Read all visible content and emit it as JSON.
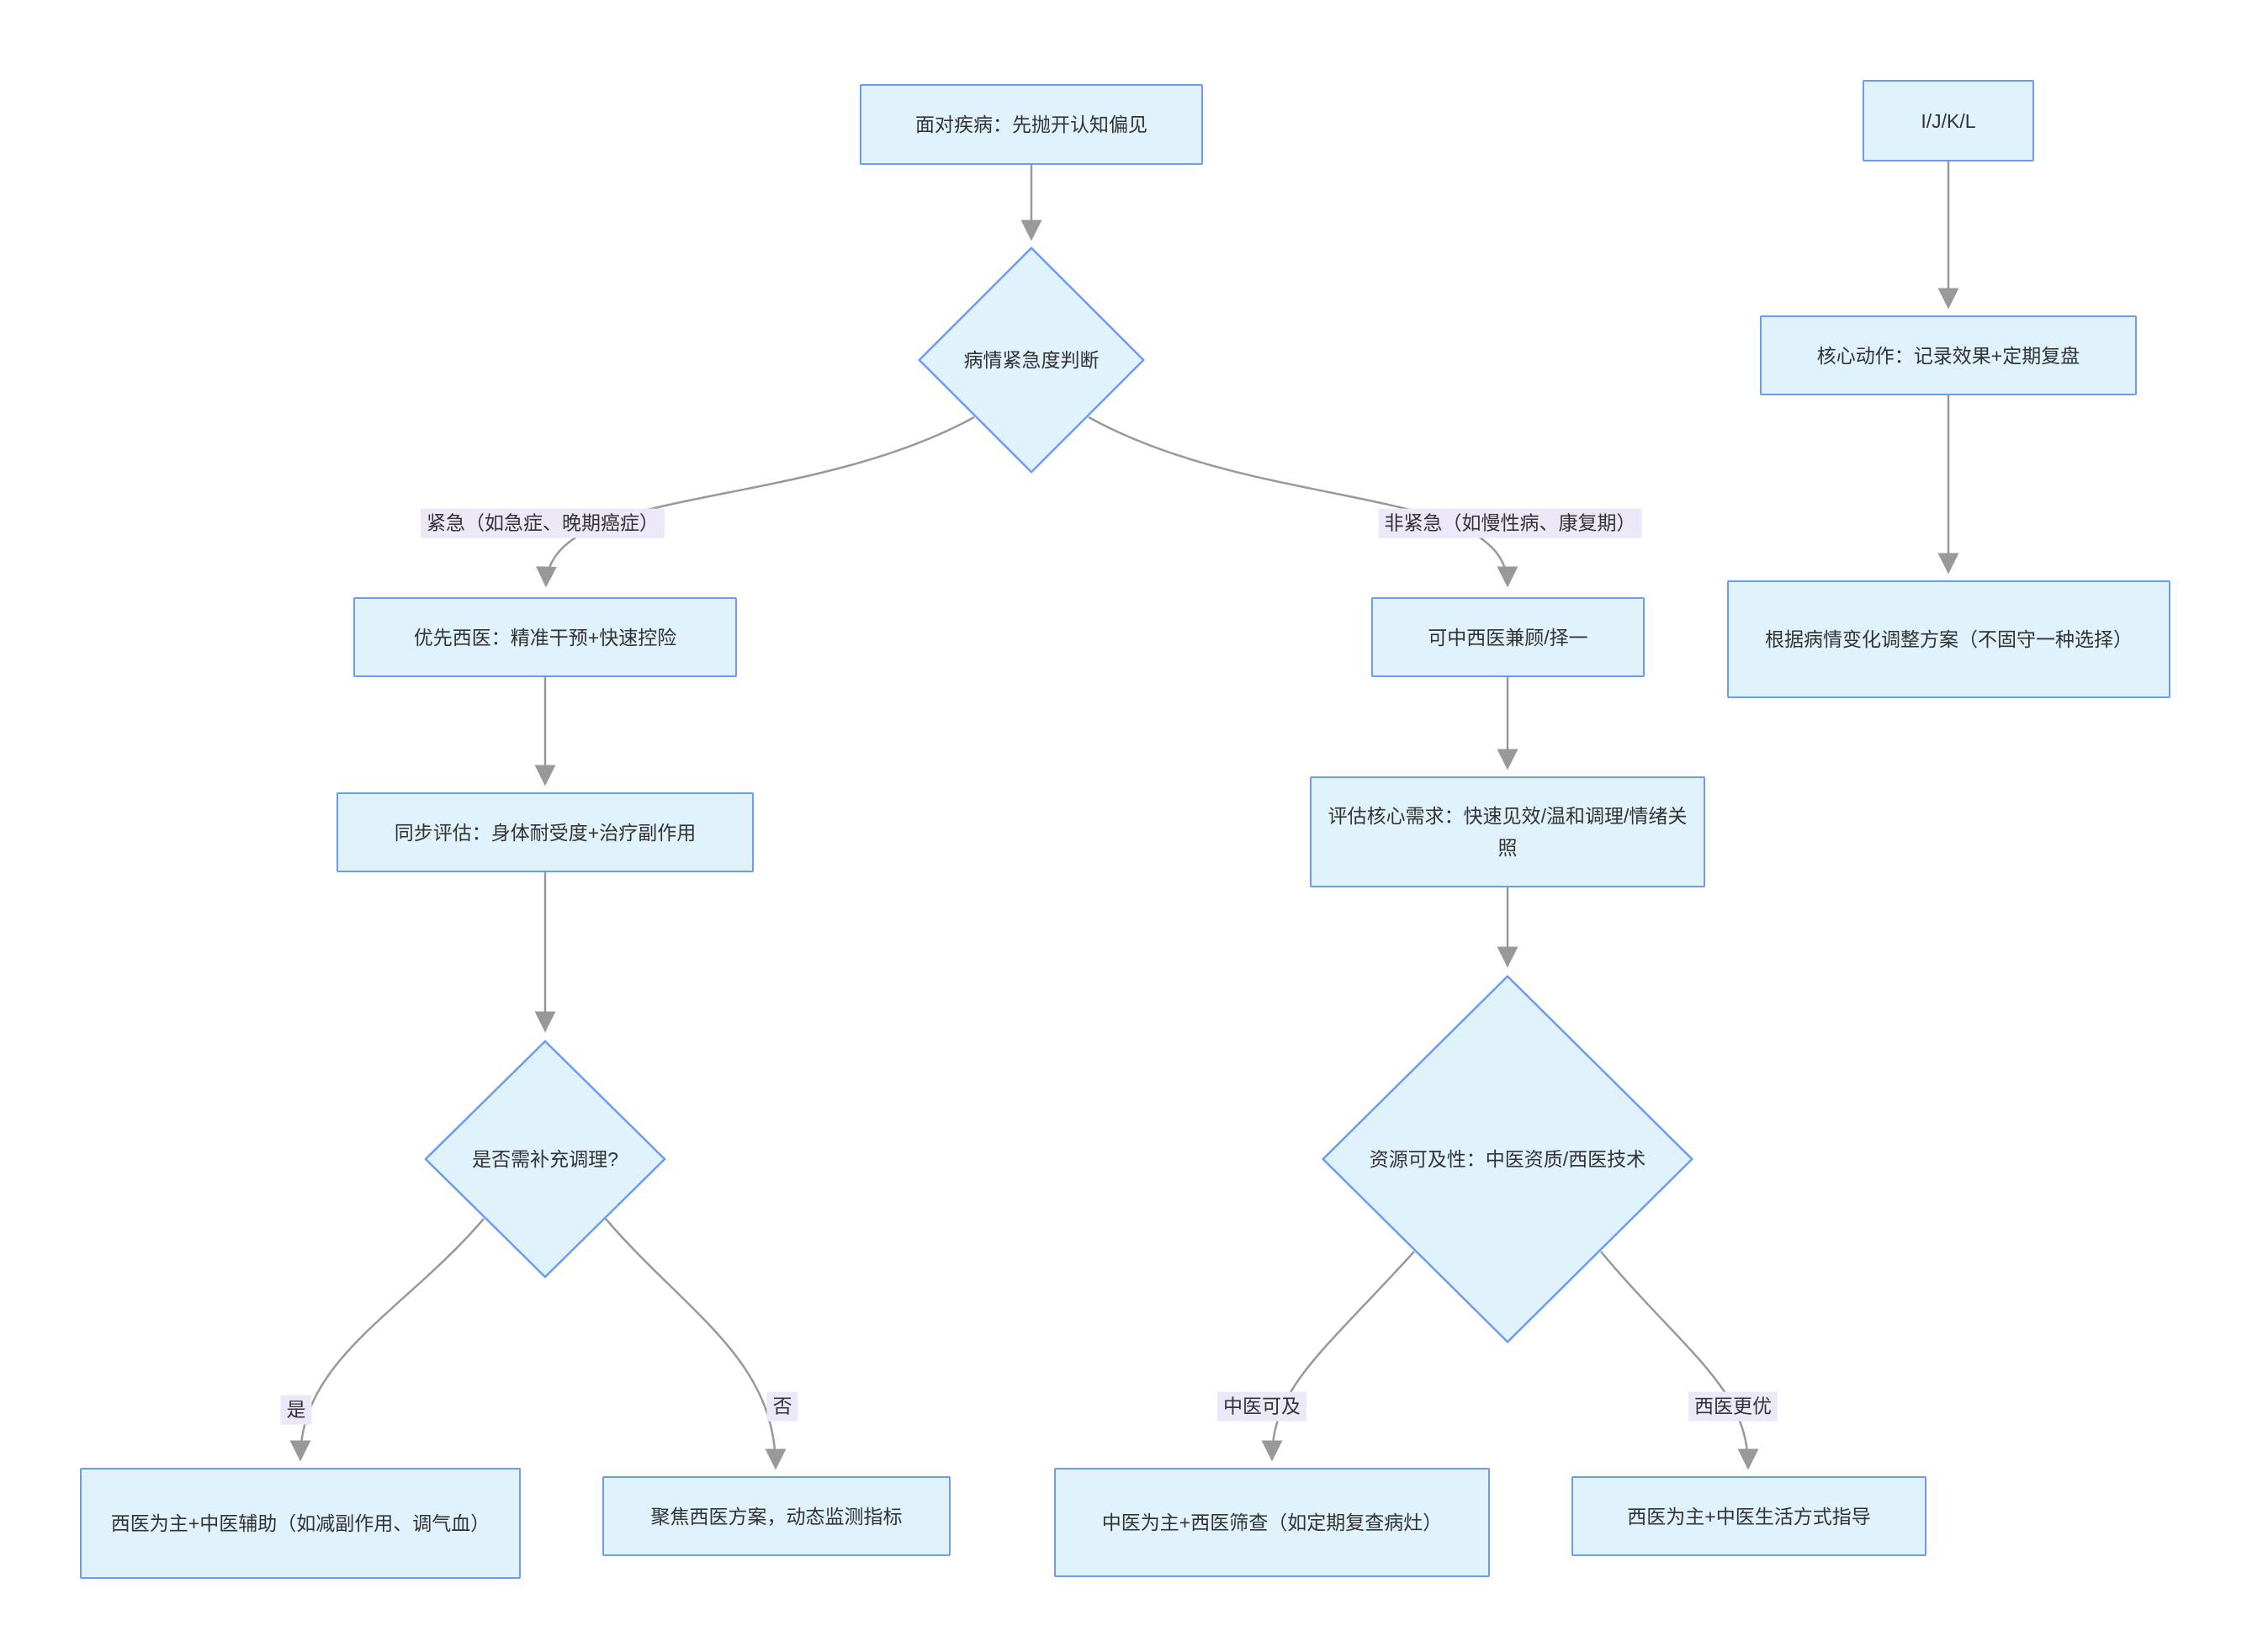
{
  "diagram": {
    "nodes": {
      "A": {
        "label": "面对疾病：先抛开认知偏见"
      },
      "B": {
        "label": "病情紧急度判断"
      },
      "C": {
        "label": "优先西医：精准干预+快速控险"
      },
      "D": {
        "label": "同步评估：身体耐受度+治疗副作用"
      },
      "E": {
        "label": "是否需补充调理?"
      },
      "F": {
        "label": "西医为主+中医辅助（如减副作用、调气血）"
      },
      "G": {
        "label": "聚焦西医方案，动态监测指标"
      },
      "H": {
        "label": "可中西医兼顾/择一"
      },
      "I": {
        "label": "评估核心需求：快速见效/温和调理/情绪关照"
      },
      "J": {
        "label": "资源可及性：中医资质/西医技术"
      },
      "K": {
        "label": "中医为主+西医筛查（如定期复查病灶）"
      },
      "L": {
        "label": "西医为主+中医生活方式指导"
      },
      "M": {
        "label": "I/J/K/L"
      },
      "N": {
        "label": "核心动作：记录效果+定期复盘"
      },
      "O": {
        "label": "根据病情变化调整方案（不固守一种选择）"
      }
    },
    "edge_labels": {
      "urgent": "紧急（如急症、晚期癌症）",
      "non_urgent": "非紧急（如慢性病、康复期）",
      "yes": "是",
      "no": "否",
      "tcm_available": "中医可及",
      "western_better": "西医更优"
    },
    "colors": {
      "node_fill": "#e0f2fc",
      "node_border": "#6c9cf0",
      "edge_line": "#999999",
      "label_bg": "#ede8f8",
      "text": "#333333"
    }
  }
}
